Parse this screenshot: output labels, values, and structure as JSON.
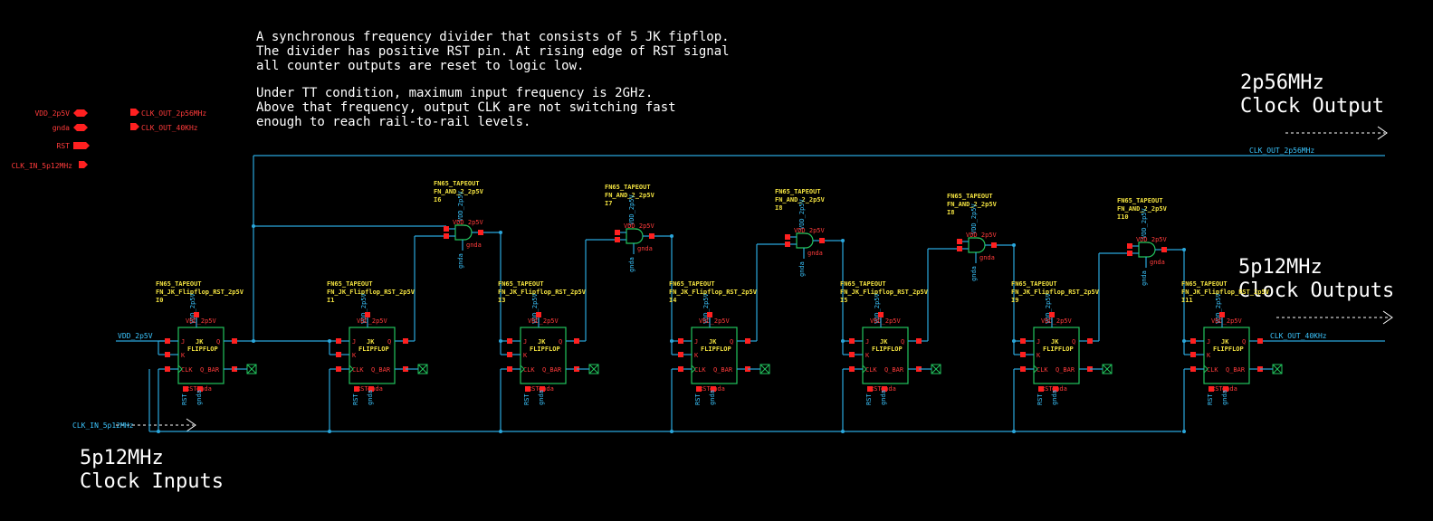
{
  "colors": {
    "wire": "#2aa7dc",
    "pin": "#ff2020",
    "box": "#22c55e",
    "label_yellow": "#f0e040",
    "label_red": "#ff3b3b",
    "text_white": "#ffffff",
    "net_cyan": "#3bc6ff"
  },
  "description": {
    "line1": "A synchronous frequency divider that consists of 5 JK fipflop.",
    "line2": "The divider has positive RST pin. At rising edge of RST signal",
    "line3": "all counter outputs are reset to logic low.",
    "line4": "Under TT condition, maximum input frequency is 2GHz.",
    "line5": "Above that frequency, output CLK are not switching fast",
    "line6": "enough to reach rail-to-rail levels."
  },
  "pins": {
    "vdd": "VDD_2p5V",
    "gnd": "gnda",
    "rst": "RST",
    "clk_in": "CLK_IN_5p12MHz",
    "out1": "CLK_OUT_2p56MHz",
    "out2": "CLK_OUT_40KHz"
  },
  "annotations": {
    "top_right_line1": "2p56MHz",
    "top_right_line2": "Clock Output",
    "mid_right_line1": "5p12MHz",
    "mid_right_line2": "Clock Outputs",
    "bottom_left_line1": "5p12MHz",
    "bottom_left_line2": "Clock Inputs"
  },
  "nets": {
    "vdd_net": "VDD_2p5V",
    "clk_in_net": "CLK_IN_5p12MHz",
    "out_top_net": "CLK_OUT_2p56MHz",
    "out_right_net": "CLK_OUT_40KHz"
  },
  "flipflop_cell": {
    "lib": "FN65_TAPEOUT",
    "j": "J",
    "k": "K",
    "title1": "JK",
    "title2": "FLIPFLOP",
    "q": "Q",
    "clk": "CLK",
    "qbar": "Q_BAR",
    "vdd": "VDD_2p5V",
    "rst": "RST",
    "gnd": "gnda"
  },
  "flipflops": [
    {
      "cell": "FN_JK_Flipflop_RST_2p5V",
      "inst": "I0"
    },
    {
      "cell": "FN_JK_Flipflop_RST_2p5V",
      "inst": "I1"
    },
    {
      "cell": "FN_JK_Flipflop_RST_2p5V",
      "inst": "I3"
    },
    {
      "cell": "FN_JK_Flipflop_RST_2p5V",
      "inst": "I4"
    },
    {
      "cell": "FN_JK_Flipflop_RST_2p5V",
      "inst": "I5"
    },
    {
      "cell": "FN_JK_Flipflop_RST_2p5V",
      "inst": "I9"
    },
    {
      "cell": "FN_JK_Flipflop_RST_2p5V",
      "inst": "I11"
    }
  ],
  "and_cell": {
    "lib": "FN65_TAPEOUT",
    "vdd": "VDD_2p5V",
    "gnd": "gnda"
  },
  "and_gates": [
    {
      "cell": "FN_AND_2_2p5V",
      "inst": "I6"
    },
    {
      "cell": "FN_AND_2_2p5V",
      "inst": "I7"
    },
    {
      "cell": "FN_AND_2_2p5V",
      "inst": "I8"
    },
    {
      "cell": "FN_AND_2_2p5V",
      "inst": "I8"
    },
    {
      "cell": "FN_AND_2_2p5V",
      "inst": "I10"
    }
  ]
}
